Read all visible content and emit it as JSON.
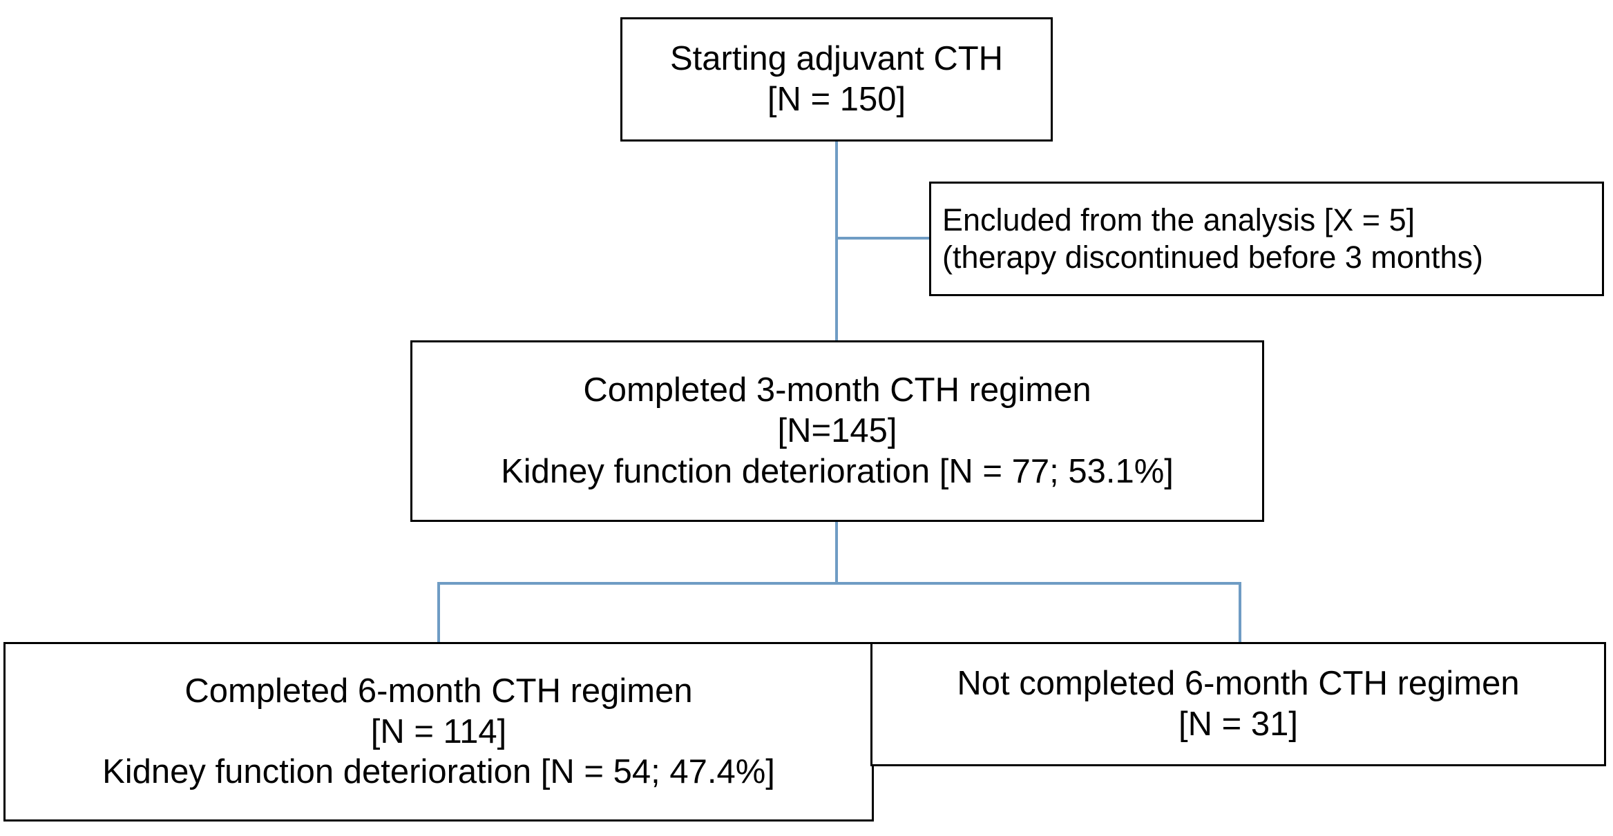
{
  "diagram": {
    "type": "flowchart",
    "title": "Adjuvant CTH patient flow",
    "colors": {
      "box_border": "#000000",
      "box_fill": "#ffffff",
      "connector": "#6f9cc4",
      "text": "#000000"
    },
    "nodes": {
      "start": {
        "name": "Starting adjuvant CTH",
        "lines": [
          "Starting adjuvant CTH",
          "[N = 150]"
        ],
        "n": 150
      },
      "excluded": {
        "name": "Encluded from the analysis",
        "lines": [
          "Encluded from the analysis [X = 5]",
          "(therapy discontinued before 3 months)"
        ],
        "x": 5
      },
      "three_month": {
        "name": "Completed 3-month CTH regimen",
        "lines": [
          "Completed 3-month CTH regimen",
          "[N=145]",
          "Kidney function deterioration [N = 77; 53.1%]"
        ],
        "n": 145,
        "deterioration_n": 77,
        "deterioration_pct": "53.1%"
      },
      "six_month": {
        "name": "Completed 6-month CTH regimen",
        "lines": [
          "Completed 6-month CTH regimen",
          "[N = 114]",
          "Kidney function deterioration [N = 54; 47.4%]"
        ],
        "n": 114,
        "deterioration_n": 54,
        "deterioration_pct": "47.4%"
      },
      "not_six_month": {
        "name": "Not completed 6-month CTH regimen",
        "lines": [
          "Not completed 6-month CTH regimen",
          "[N = 31]"
        ],
        "n": 31
      }
    }
  }
}
